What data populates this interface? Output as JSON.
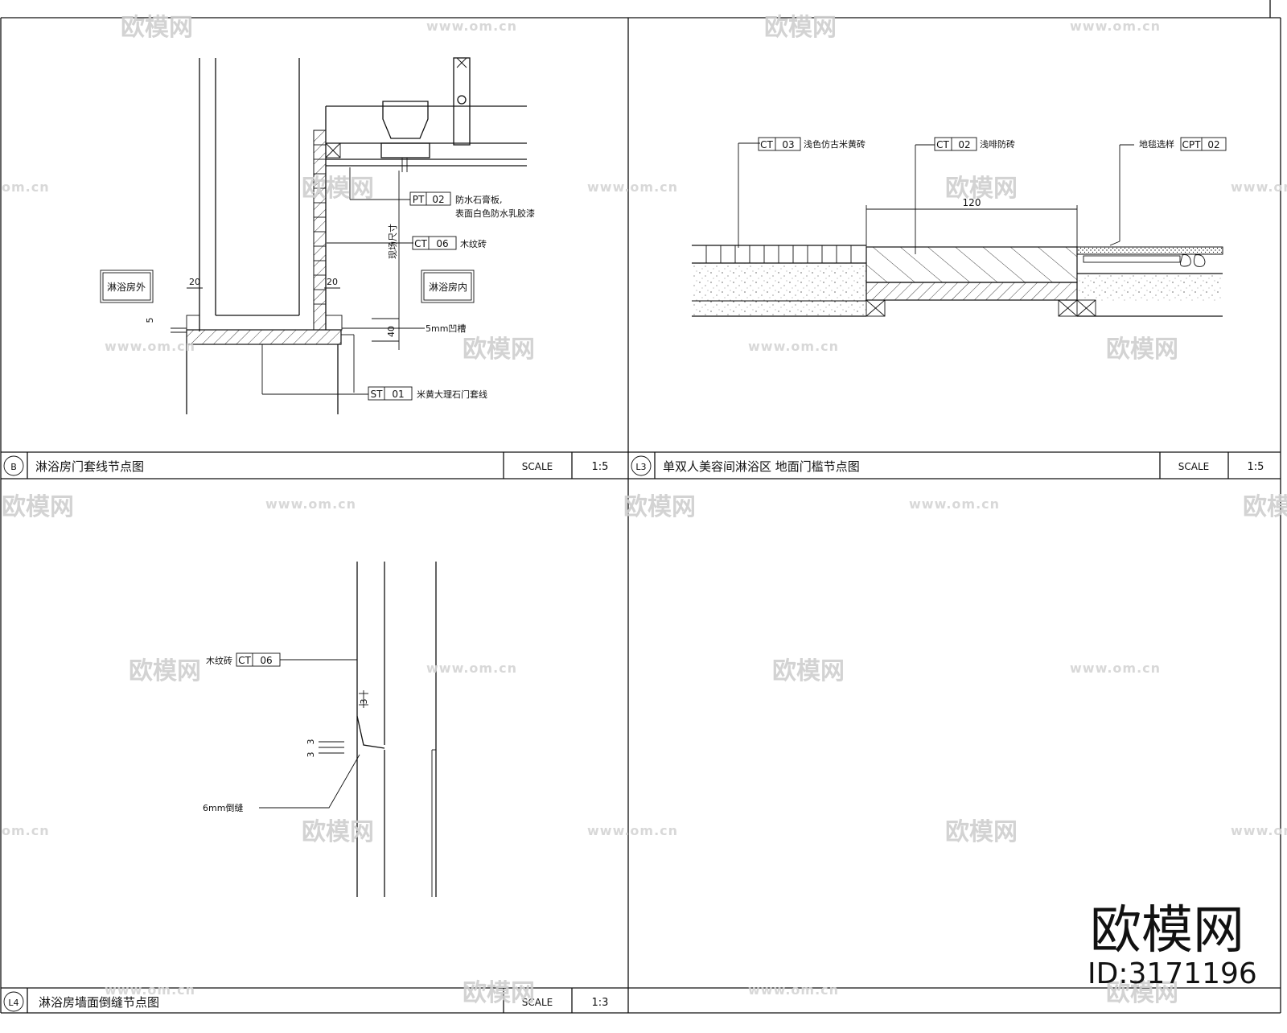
{
  "watermark": {
    "brand": "欧模网",
    "url": "www.om.cn",
    "url_short": "om.cn",
    "big_brand": "欧模网",
    "id_text": "ID:3171196"
  },
  "scale_label": "SCALE",
  "panels": {
    "p1": {
      "num": "B",
      "title": "淋浴房门套线节点图",
      "scale": "1:5",
      "labels": {
        "outside": "淋浴房外",
        "inside": "淋浴房内",
        "pt_code": "PT",
        "pt_num": "02",
        "pt_desc1": "防水石膏板,",
        "pt_desc2": "表面白色防水乳胶漆",
        "ct_code": "CT",
        "ct_num": "06",
        "ct_desc": "木纹砖",
        "st_code": "ST",
        "st_num": "01",
        "st_desc": "米黄大理石门套线",
        "groove": "5mm凹槽",
        "field_size": "现场尺寸",
        "d20a": "20",
        "d20b": "20",
        "d5": "5",
        "d40": "40"
      }
    },
    "p2": {
      "num": "L3",
      "title": "单双人美容间淋浴区 地面门槛节点图",
      "scale": "1:5",
      "labels": {
        "ct1_code": "CT",
        "ct1_num": "03",
        "ct1_desc": "浅色仿古米黄砖",
        "ct2_code": "CT",
        "ct2_num": "02",
        "ct2_desc": "浅啡防砖",
        "cpt_desc": "地毯选样",
        "cpt_code": "CPT",
        "cpt_num": "02",
        "d120": "120"
      }
    },
    "p3": {
      "num": "L4",
      "title": "淋浴房墙面倒缝节点图",
      "scale": "1:3",
      "labels": {
        "ct_desc": "木纹砖",
        "ct_code": "CT",
        "ct_num": "06",
        "groove": "6mm倒缝",
        "d3a": "3",
        "d3b": "3",
        "d3c": "3"
      }
    }
  }
}
